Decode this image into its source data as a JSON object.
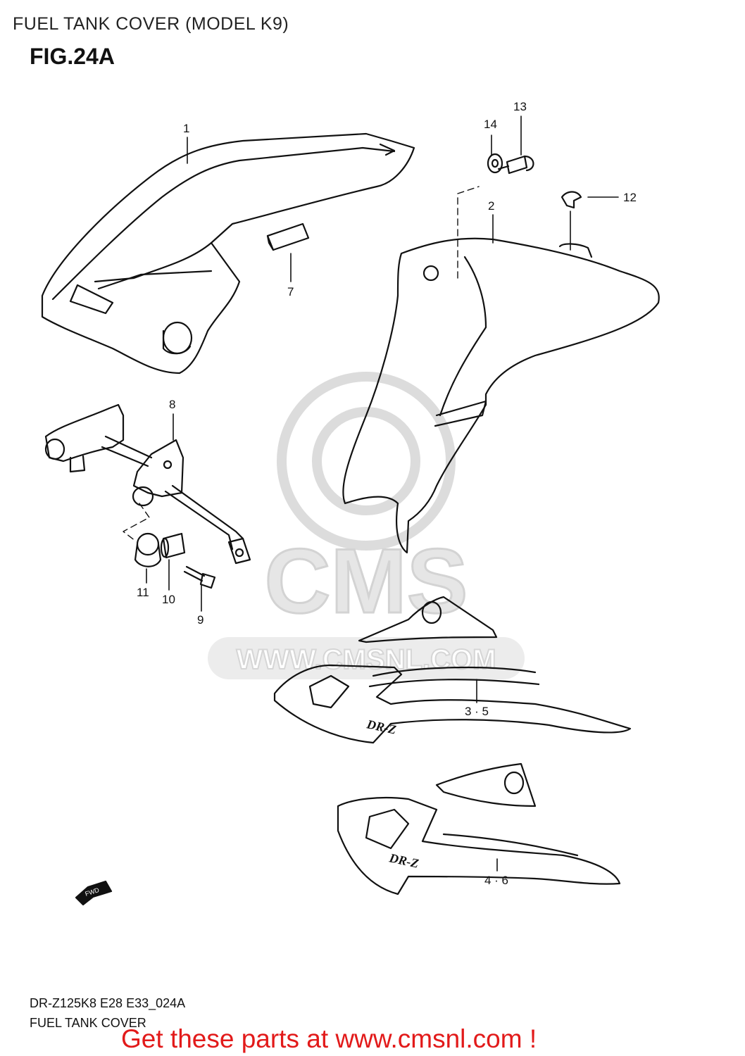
{
  "header": {
    "title": "FUEL TANK COVER (MODEL K9)",
    "figure": "FIG.24A"
  },
  "callouts": [
    {
      "id": "1",
      "label": "1"
    },
    {
      "id": "2",
      "label": "2"
    },
    {
      "id": "3-5",
      "label": "3 · 5"
    },
    {
      "id": "4-6",
      "label": "4 · 6"
    },
    {
      "id": "7",
      "label": "7"
    },
    {
      "id": "8",
      "label": "8"
    },
    {
      "id": "9",
      "label": "9"
    },
    {
      "id": "10",
      "label": "10"
    },
    {
      "id": "11",
      "label": "11"
    },
    {
      "id": "12",
      "label": "12"
    },
    {
      "id": "13",
      "label": "13"
    },
    {
      "id": "14",
      "label": "14"
    }
  ],
  "decal_text": "DR-Z",
  "fwd_label": "FWD",
  "watermark": {
    "text": "WWW.CMSNL.COM",
    "logo": "CMS"
  },
  "footer": {
    "code": "DR-Z125K8  E28  E33_024A",
    "name": "FUEL TANK COVER"
  },
  "promo": "Get these parts at www.cmsnl.com !",
  "colors": {
    "line": "#111111",
    "promo": "#e21a1a",
    "watermark": "#d9d9d9"
  }
}
